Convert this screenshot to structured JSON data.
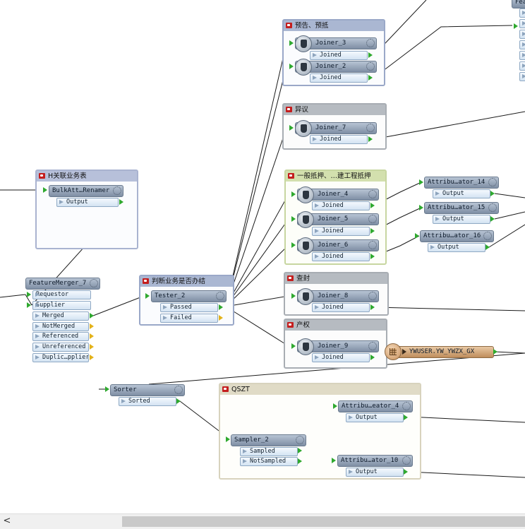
{
  "bookmarks": {
    "preadvice": "预告、预抵",
    "objection": "异议",
    "mortgage": "一般抵押、…建工程抵押",
    "relation": "H关联业务表",
    "judge": "判断业务是否办结",
    "seal": "查封",
    "property": "产权",
    "qszt": "QSZT"
  },
  "transformers": {
    "joiner3": {
      "name": "Joiner_3",
      "out": "Joined"
    },
    "joiner2": {
      "name": "Joiner_2",
      "out": "Joined"
    },
    "joiner7": {
      "name": "Joiner_7",
      "out": "Joined"
    },
    "joiner4": {
      "name": "Joiner_4",
      "out": "Joined"
    },
    "joiner5": {
      "name": "Joiner_5",
      "out": "Joined"
    },
    "joiner6": {
      "name": "Joiner_6",
      "out": "Joined"
    },
    "attr14": {
      "name": "Attribu…ator_14",
      "out": "Output"
    },
    "attr15": {
      "name": "Attribu…ator_15",
      "out": "Output"
    },
    "attr16": {
      "name": "Attribu…ator_16",
      "out": "Output"
    },
    "renamer": {
      "name": "BulkAtt…Renamer",
      "out": "Output"
    },
    "merger": {
      "name": "FeatureMerger_7",
      "ports": [
        "Requestor",
        "Supplier",
        "Merged",
        "NotMerged",
        "Referenced",
        "Unreferenced",
        "Duplic…pplier"
      ]
    },
    "tester": {
      "name": "Tester_2",
      "passed": "Passed",
      "failed": "Failed"
    },
    "joiner8": {
      "name": "Joiner_8",
      "out": "Joined"
    },
    "joiner9": {
      "name": "Joiner_9",
      "out": "Joined"
    },
    "writer": {
      "name": "YWUSER.YW_YWZX_GX"
    },
    "sorter": {
      "name": "Sorter",
      "out": "Sorted"
    },
    "sampler": {
      "name": "Sampler_2",
      "sampled": "Sampled",
      "notsampled": "NotSampled"
    },
    "attr4": {
      "name": "Attribu…eator_4",
      "out": "Output"
    },
    "attr10": {
      "name": "Attribu…ator_10",
      "out": "Output"
    },
    "topright": {
      "name": "Fea"
    }
  },
  "scrollbar": {
    "left_arrow": "<"
  },
  "colors": {
    "bookmark_blue": "#9aa8c8",
    "bookmark_gray": "#a8adb3",
    "bookmark_green": "#c7d6a0",
    "bookmark_tan": "#d8d3bd",
    "link": "#1a1a1a",
    "port_ok": "#2fa92f",
    "port_warn": "#e3b21a"
  }
}
